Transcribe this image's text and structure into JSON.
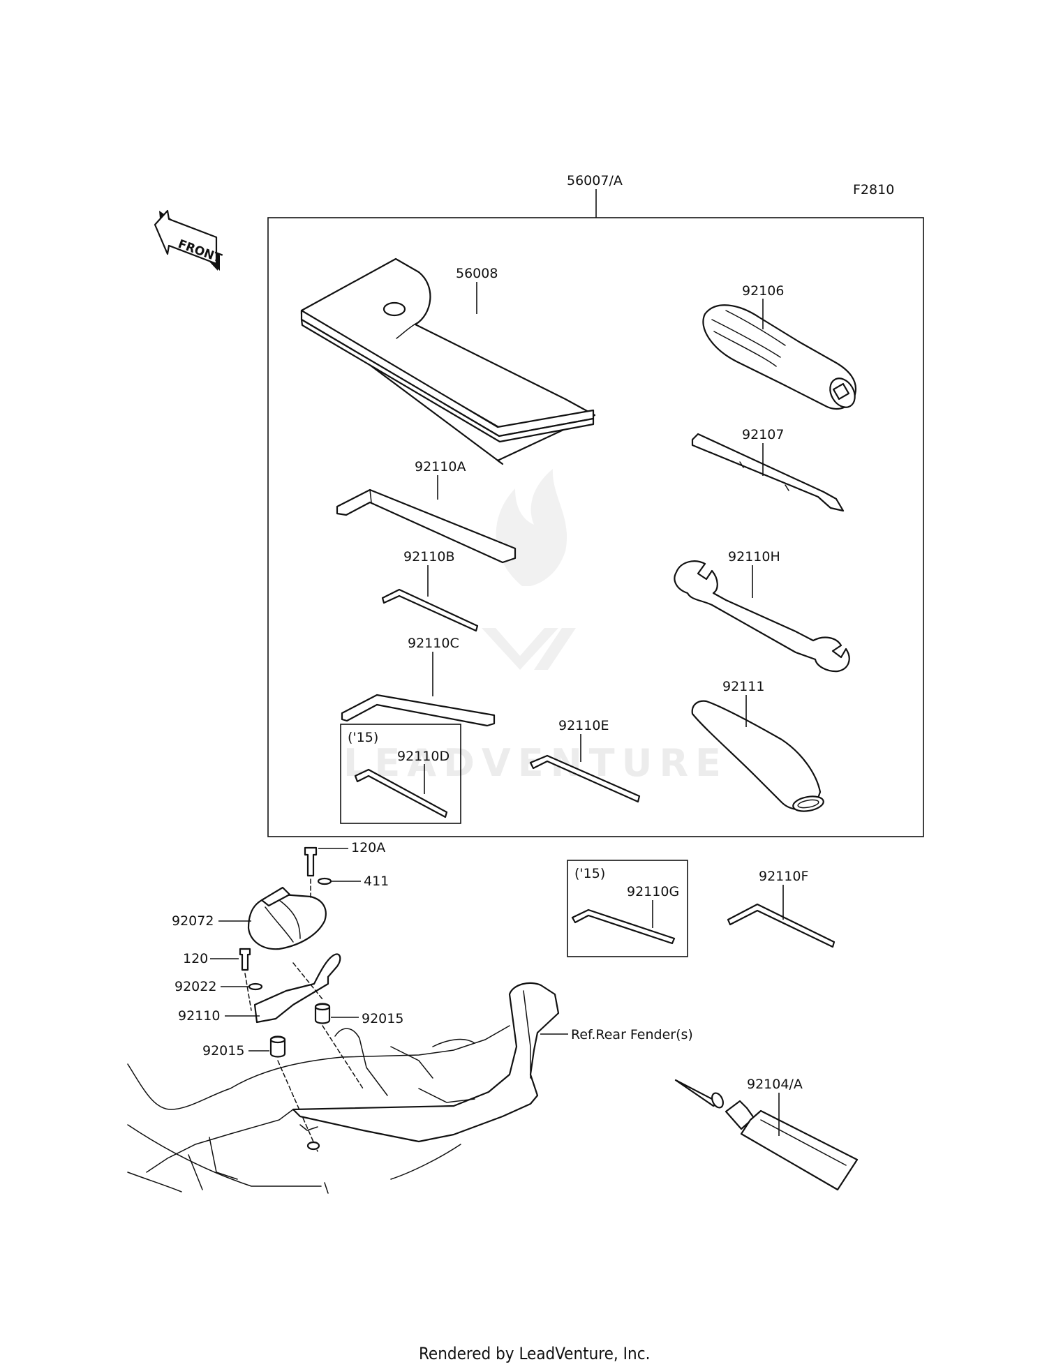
{
  "diagram_code": "F2810",
  "front_label": "FRONT",
  "kit_label": "56007/A",
  "parts": {
    "p56008": "56008",
    "p92106": "92106",
    "p92107": "92107",
    "p92110A": "92110A",
    "p92110B": "92110B",
    "p92110C": "92110C",
    "p92110D": "92110D",
    "p92110E": "92110E",
    "p92110F": "92110F",
    "p92110G": "92110G",
    "p92110H": "92110H",
    "p92111": "92111",
    "p120A": "120A",
    "p411": "411",
    "p92072": "92072",
    "p120": "120",
    "p92022": "92022",
    "p92110": "92110",
    "p92015_right": "92015",
    "p92015_left": "92015",
    "p92104A": "92104/A"
  },
  "year_note_d": "('15)",
  "year_note_g": "('15)",
  "reference_label": "Ref.Rear Fender(s)",
  "watermark": "LEADVENTURE",
  "footer": "Rendered by LeadVenture, Inc."
}
